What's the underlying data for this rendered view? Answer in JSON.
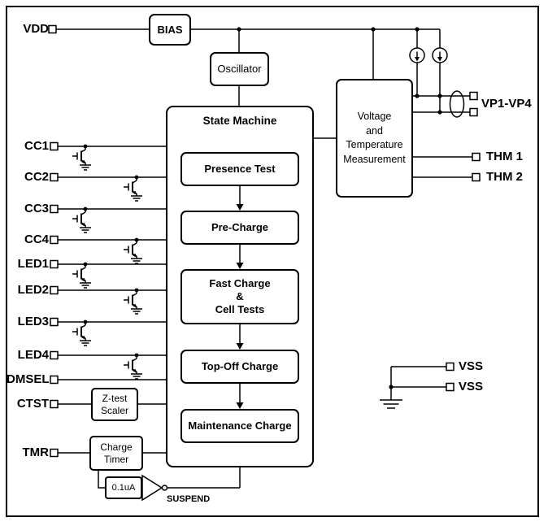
{
  "pins": {
    "vdd": "VDD",
    "cc1": "CC1",
    "cc2": "CC2",
    "cc3": "CC3",
    "cc4": "CC4",
    "led1": "LED1",
    "led2": "LED2",
    "led3": "LED3",
    "led4": "LED4",
    "dmsel": "DMSEL",
    "ctst": "CTST",
    "tmr": "TMR",
    "vp": "VP1-VP4",
    "thm1": "THM 1",
    "thm2": "THM 2",
    "vss1": "VSS",
    "vss2": "VSS"
  },
  "blocks": {
    "bias": "BIAS",
    "oscillator": "Oscillator",
    "state_machine": "State Machine",
    "presence_test": "Presence Test",
    "pre_charge": "Pre-Charge",
    "fast_charge_lines": [
      "Fast Charge",
      "&",
      "Cell Tests"
    ],
    "top_off": "Top-Off Charge",
    "maintenance": "Maintenance Charge",
    "vtm_lines": [
      "Voltage",
      "and",
      "Temperature",
      "Measurement"
    ],
    "ztest_lines": [
      "Z-test",
      "Scaler"
    ],
    "charge_timer_lines": [
      "Charge",
      "Timer"
    ]
  },
  "labels": {
    "current_ref": "0.1uA",
    "suspend": "SUSPEND"
  },
  "colors": {
    "line": "#000000",
    "background": "#ffffff"
  }
}
